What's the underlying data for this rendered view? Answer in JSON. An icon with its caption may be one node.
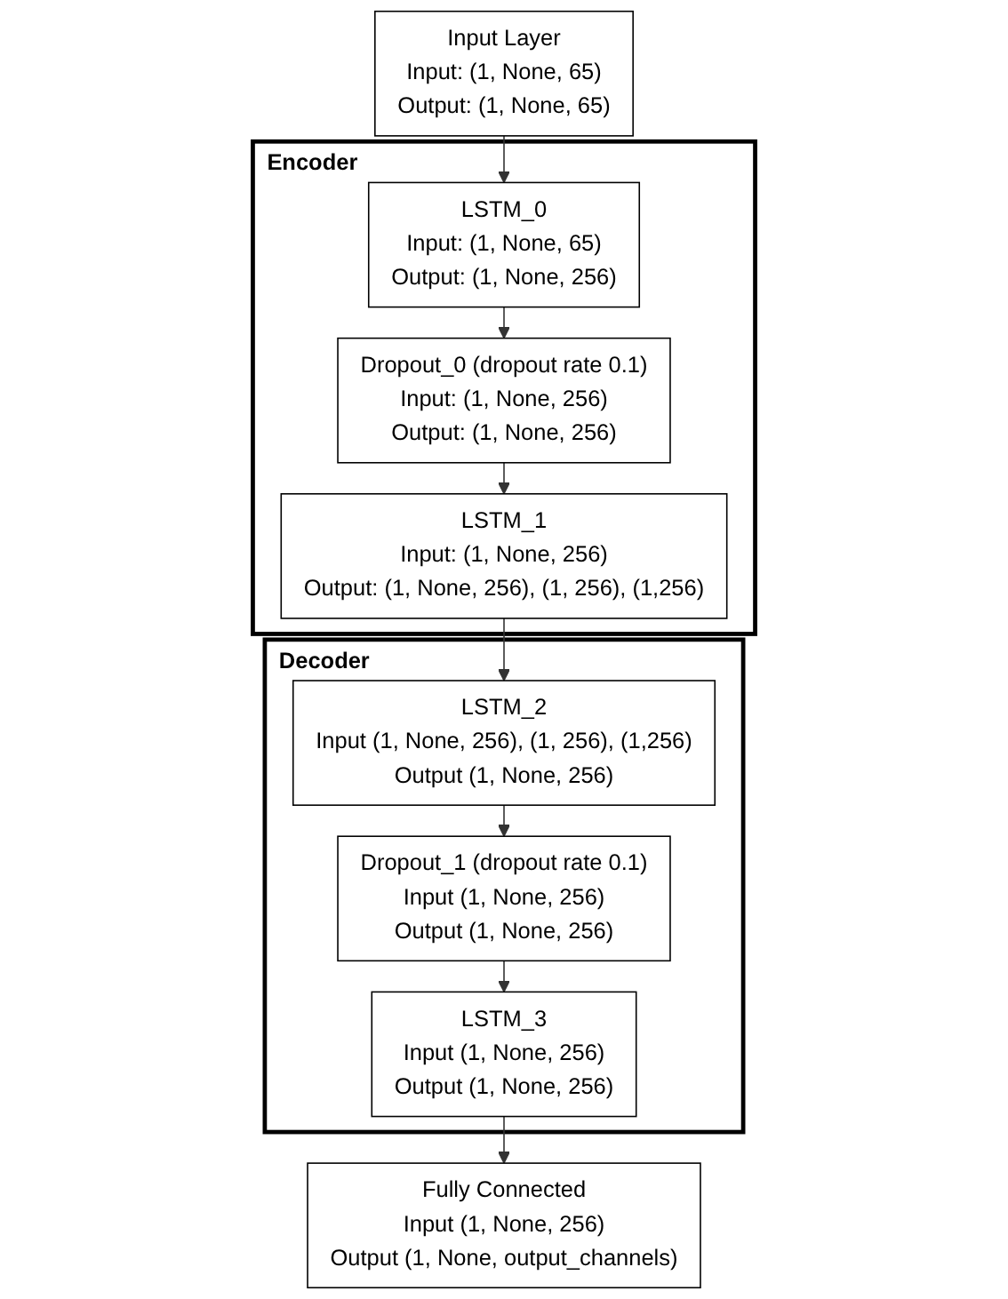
{
  "diagram": {
    "nodes": [
      {
        "text": [
          "Input Layer",
          "Input:",
          "(1, None, 65)",
          "Output:",
          "(1, None, 65)"
        ]
      },
      {
        "text": [
          "Encoder"
        ]
      },
      {
        "text": [
          "LSTM_0",
          "Input:",
          "(1, None, 65)",
          "Output:",
          "(1, None, 256)"
        ],
        "in": 1
      },
      {
        "text": [
          "Dropout_0 (dropout rate 0.1)",
          "Input:",
          "(1, None, 256)",
          "Output:",
          "(1, None, 256)"
        ],
        "in": 1
      },
      {
        "text": [
          "LSTM_1",
          "Input:",
          "(1, None, 256)",
          "Output:",
          "(1, None, 256), (1, 256), (1,256)"
        ],
        "in": 1
      },
      {
        "text": [
          "Decoder"
        ]
      },
      {
        "text": [
          "LSTM_2",
          "Input",
          "(1, None, 256), (1, 256), (1,256)",
          "Output",
          "(1, None, 256)"
        ],
        "in": 5
      },
      {
        "text": [
          "Dropout_1 (dropout rate 0.1)",
          "Input",
          "(1, None, 256)",
          "Output",
          "(1, None, 256)"
        ],
        "in": 5
      },
      {
        "text": [
          "LSTM_3",
          "Input",
          "(1, None, 256)",
          "Output",
          "(1, None, 256)"
        ],
        "in": 5
      },
      {
        "text": [
          "Fully Connected",
          "Input",
          "(1, None, 256)",
          "Output",
          "(1, None, output_channels)"
        ]
      }
    ],
    "edges": [
      {
        "from": 0,
        "to": 2,
        "arrow": "to"
      },
      {
        "from": 2,
        "to": 3,
        "arrow": "to"
      },
      {
        "from": 3,
        "to": 4,
        "arrow": "to"
      },
      {
        "from": 4,
        "to": 6,
        "arrow": "to"
      },
      {
        "from": 6,
        "to": 7,
        "arrow": "to"
      },
      {
        "from": 7,
        "to": 8,
        "arrow": "to"
      },
      {
        "from": 8,
        "to": 9,
        "arrow": "to"
      }
    ]
  }
}
